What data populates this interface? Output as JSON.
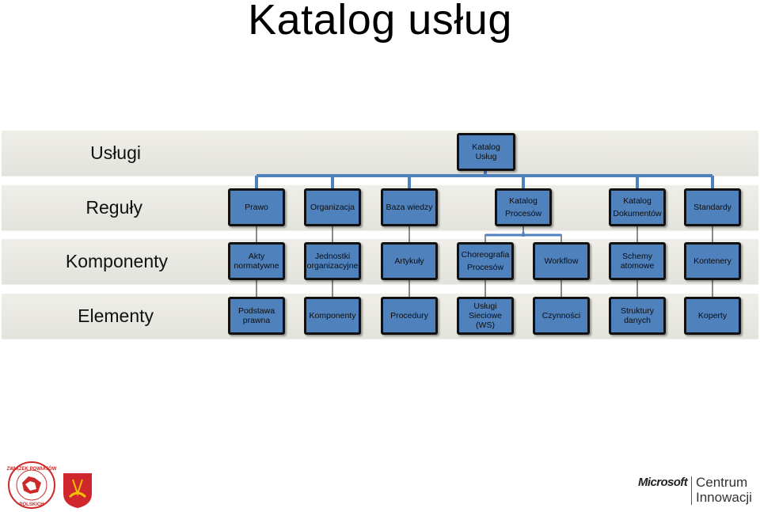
{
  "title": "Katalog usług",
  "rows": {
    "uslugi": {
      "label": "Usługi"
    },
    "reguly": {
      "label": "Reguły"
    },
    "komponenty": {
      "label": "Komponenty"
    },
    "elementy": {
      "label": "Elementy"
    }
  },
  "nodes": {
    "katalog_uslug": [
      "Katalog Usług"
    ],
    "prawo": [
      "Prawo"
    ],
    "organizacja": [
      "Organizacja"
    ],
    "baza_wiedzy": [
      "Baza wiedzy"
    ],
    "katalog_procesow": [
      "Katalog",
      "Procesów"
    ],
    "katalog_dokumentow": [
      "Katalog",
      "Dokumentów"
    ],
    "standardy": [
      "Standardy"
    ],
    "akty": [
      "Akty",
      "normatywne"
    ],
    "jednostki": [
      "Jednostki",
      "organizacyjne"
    ],
    "artykuly": [
      "Artykuły"
    ],
    "choreografia": [
      "Choreografia",
      "Procesów"
    ],
    "workflow": [
      "Workflow"
    ],
    "schemy": [
      "Schemy",
      "atomowe"
    ],
    "kontenery": [
      "Kontenery"
    ],
    "podstawa": [
      "Podstawa",
      "prawna"
    ],
    "komponenty_el": [
      "Komponenty"
    ],
    "procedury": [
      "Procedury"
    ],
    "uslugi_sieciowe": [
      "Usługi",
      "Sieciowe (WS)"
    ],
    "czynnosci": [
      "Czynności"
    ],
    "struktury": [
      "Struktury",
      "danych"
    ],
    "koperty": [
      "Koperty"
    ]
  },
  "logos": {
    "left_seal_text": "ZWIĄZEK POWIATÓW POLSKICH",
    "microsoft": "Microsoft",
    "centrum": "Centrum",
    "innowacji": "Innowacji"
  },
  "colors": {
    "box_fill": "#4f81bd",
    "box_border": "#111111",
    "band": "#e8e7e1",
    "connector": "#4f81bd"
  }
}
